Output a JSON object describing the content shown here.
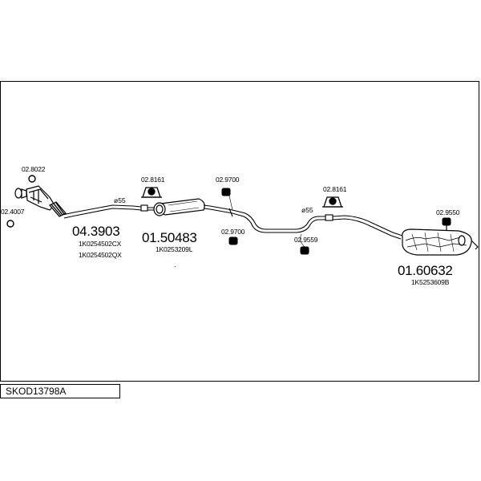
{
  "diagram": {
    "code": "SKOD13798A",
    "parts": [
      {
        "id": "catalyst",
        "number": "04.3903",
        "oe": [
          "1K0254502CX",
          "1K0254502QX"
        ]
      },
      {
        "id": "middle-silencer",
        "number": "01.50483",
        "oe": [
          "1K0253209L"
        ]
      },
      {
        "id": "rear-silencer",
        "number": "01.60632",
        "oe": [
          "1K5253609B"
        ]
      }
    ],
    "fittings": [
      {
        "id": "gasket-front",
        "number": "02.8022"
      },
      {
        "id": "gasket-manifold",
        "number": "02.4007"
      },
      {
        "id": "clamp-1",
        "number": "02.8161"
      },
      {
        "id": "hanger-1",
        "number": "02.9700"
      },
      {
        "id": "hanger-2",
        "number": "02.9700"
      },
      {
        "id": "clamp-2",
        "number": "02.8161"
      },
      {
        "id": "hanger-3",
        "number": "02.9559"
      },
      {
        "id": "hanger-4",
        "number": "02.9550"
      }
    ],
    "diameters": [
      "ø55",
      "ø55"
    ]
  }
}
